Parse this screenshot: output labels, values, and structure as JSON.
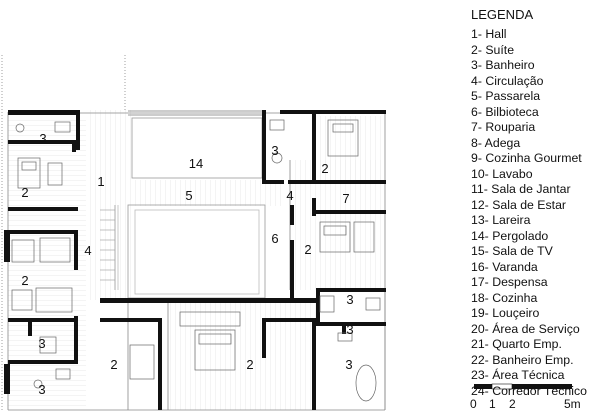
{
  "legend": {
    "title": "LEGENDA",
    "items": [
      "1- Hall",
      "2- Suíte",
      "3- Banheiro",
      "4- Circulação",
      "5- Passarela",
      "6- Bilbioteca",
      "7- Rouparia",
      "8- Adega",
      "9- Cozinha Gourmet",
      "10- Lavabo",
      "11- Sala de Jantar",
      "12- Sala de Estar",
      "13- Lareira",
      "14- Pergolado",
      "15- Sala de TV",
      "16- Varanda",
      "17- Despensa",
      "18- Cozinha",
      "19- Louçeiro",
      "20- Área de Serviço",
      "21- Quarto Emp.",
      "22- Banheiro Emp.",
      "23- Área Técnica",
      "24- Corredor Técnico"
    ]
  },
  "scale": {
    "labels": [
      "0",
      "1",
      "2",
      "5m"
    ]
  },
  "rooms": [
    {
      "num": "3"
    },
    {
      "num": "2"
    },
    {
      "num": "1"
    },
    {
      "num": "14"
    },
    {
      "num": "3"
    },
    {
      "num": "2"
    },
    {
      "num": "4"
    },
    {
      "num": "7"
    },
    {
      "num": "5"
    },
    {
      "num": "4"
    },
    {
      "num": "6"
    },
    {
      "num": "2"
    },
    {
      "num": "2"
    },
    {
      "num": "3"
    },
    {
      "num": "3"
    },
    {
      "num": "3"
    },
    {
      "num": "2"
    },
    {
      "num": "2"
    },
    {
      "num": "3"
    },
    {
      "num": "3"
    }
  ]
}
